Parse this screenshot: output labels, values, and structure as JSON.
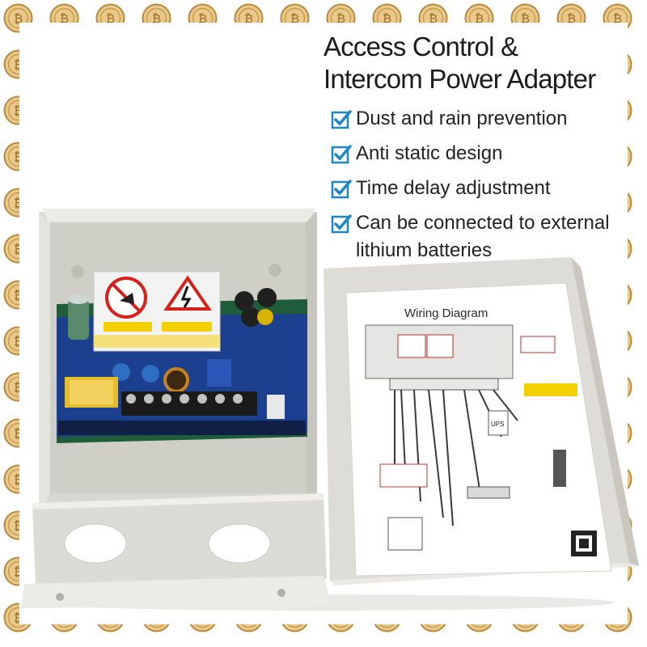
{
  "title": {
    "line1": "Access Control &",
    "line2": "Intercom Power Adapter"
  },
  "features": [
    {
      "icon": "checkbox-check-icon",
      "text": "Dust and rain prevention"
    },
    {
      "icon": "checkbox-check-icon",
      "text": "Anti static design"
    },
    {
      "icon": "checkbox-check-icon",
      "text": "Time delay adjustment"
    },
    {
      "icon": "checkbox-check-icon",
      "text": "Can be connected to external lithium batteries"
    }
  ],
  "diagram": {
    "title": "Wiring Diagram",
    "labels": [
      "UPS"
    ]
  },
  "colors": {
    "frame_gold": "#c9a25a",
    "check_blue": "#1d86c8",
    "pcb_blue": "#1c3f8e",
    "pcb_green": "#1f5c3a",
    "enclosure_gray": "#d9d9d4"
  }
}
